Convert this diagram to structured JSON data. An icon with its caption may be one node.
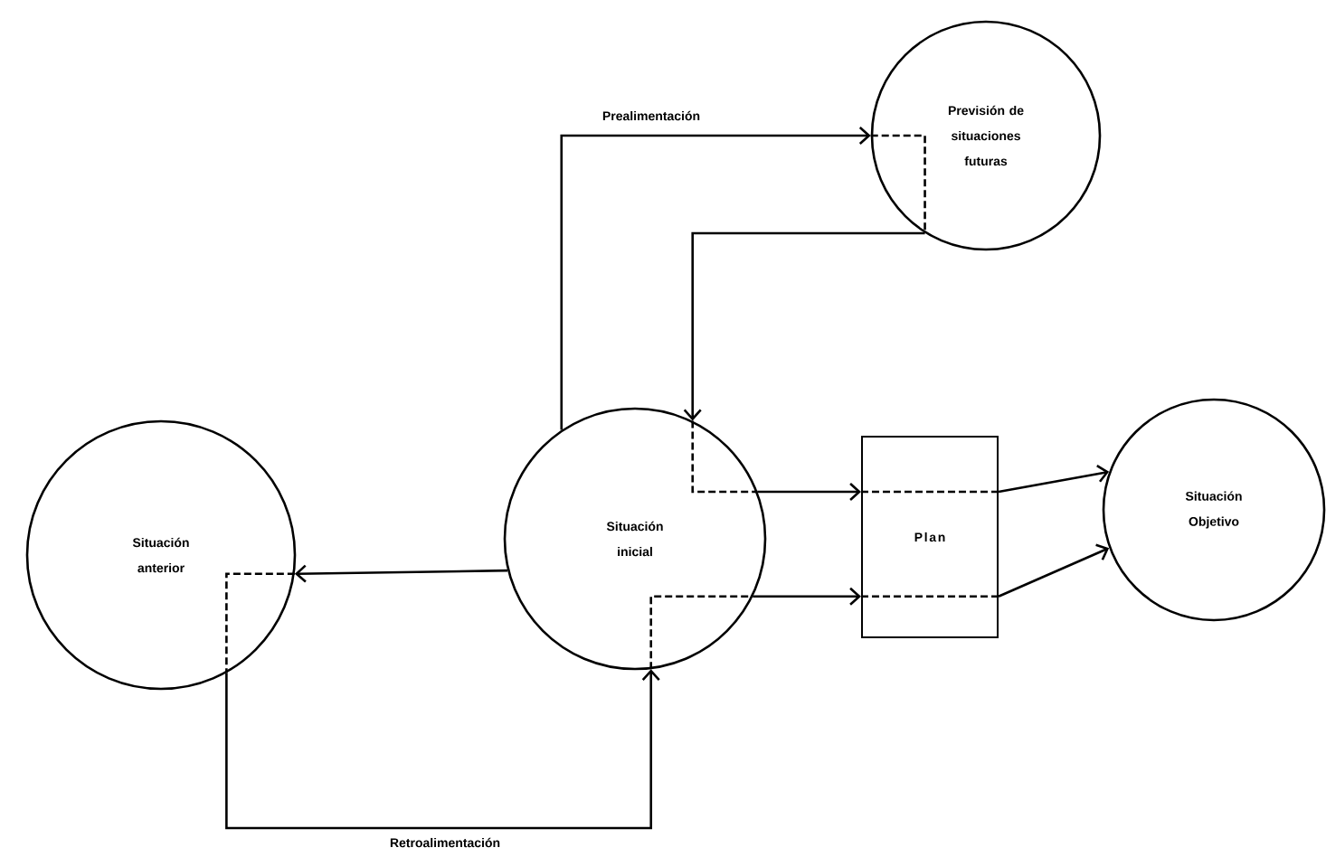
{
  "diagram": {
    "nodes": [
      {
        "text": [
          "Situación anterior"
        ]
      },
      {
        "text": [
          "Situación inicial"
        ]
      },
      {
        "text": [
          "Previsión de situaciones futuras"
        ]
      },
      {
        "text": [
          "Plan"
        ]
      },
      {
        "text": [
          "Situación Objetivo"
        ]
      }
    ],
    "edges": [
      {
        "from": 1,
        "to": 2,
        "arrow": "to",
        "label": "Prealimentación"
      },
      {
        "from": 2,
        "to": 1,
        "arrow": "to"
      },
      {
        "from": 1,
        "to": 0,
        "arrow": "to"
      },
      {
        "from": 0,
        "to": 1,
        "arrow": "to",
        "label": "Retroalimentación"
      },
      {
        "from": 1,
        "to": 3,
        "arrow": "to"
      },
      {
        "from": 1,
        "to": 3,
        "arrow": "to"
      },
      {
        "from": 3,
        "to": 4,
        "arrow": "to"
      },
      {
        "from": 3,
        "to": 4,
        "arrow": "to"
      }
    ]
  }
}
